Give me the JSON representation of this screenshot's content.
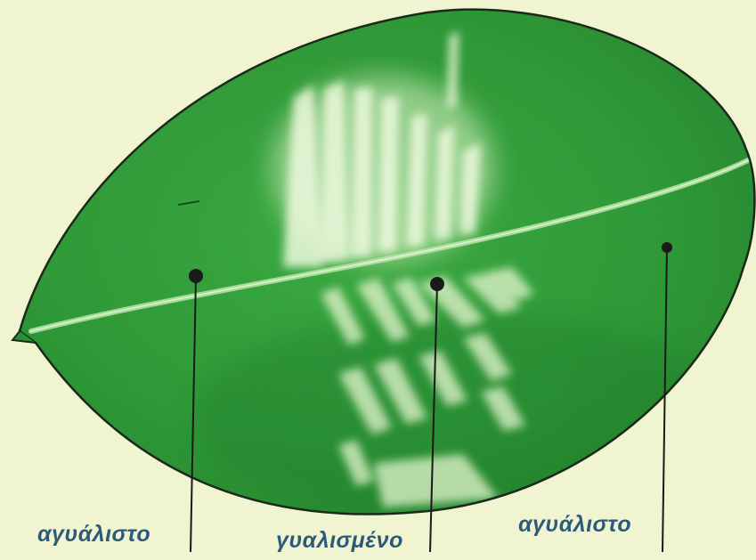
{
  "figure": {
    "background_color": "#f0f4d0",
    "leaf_color": "#2fa13a",
    "leaf_outline_color": "#1a2a1a",
    "shine_color": "#e6f6cf",
    "pointer_color": "#1a1a1a",
    "label_color": "#2d5a78"
  },
  "labels": {
    "left": "αγυάλιστο",
    "center": "γυαλισμένο",
    "right": "αγυάλιστο"
  }
}
